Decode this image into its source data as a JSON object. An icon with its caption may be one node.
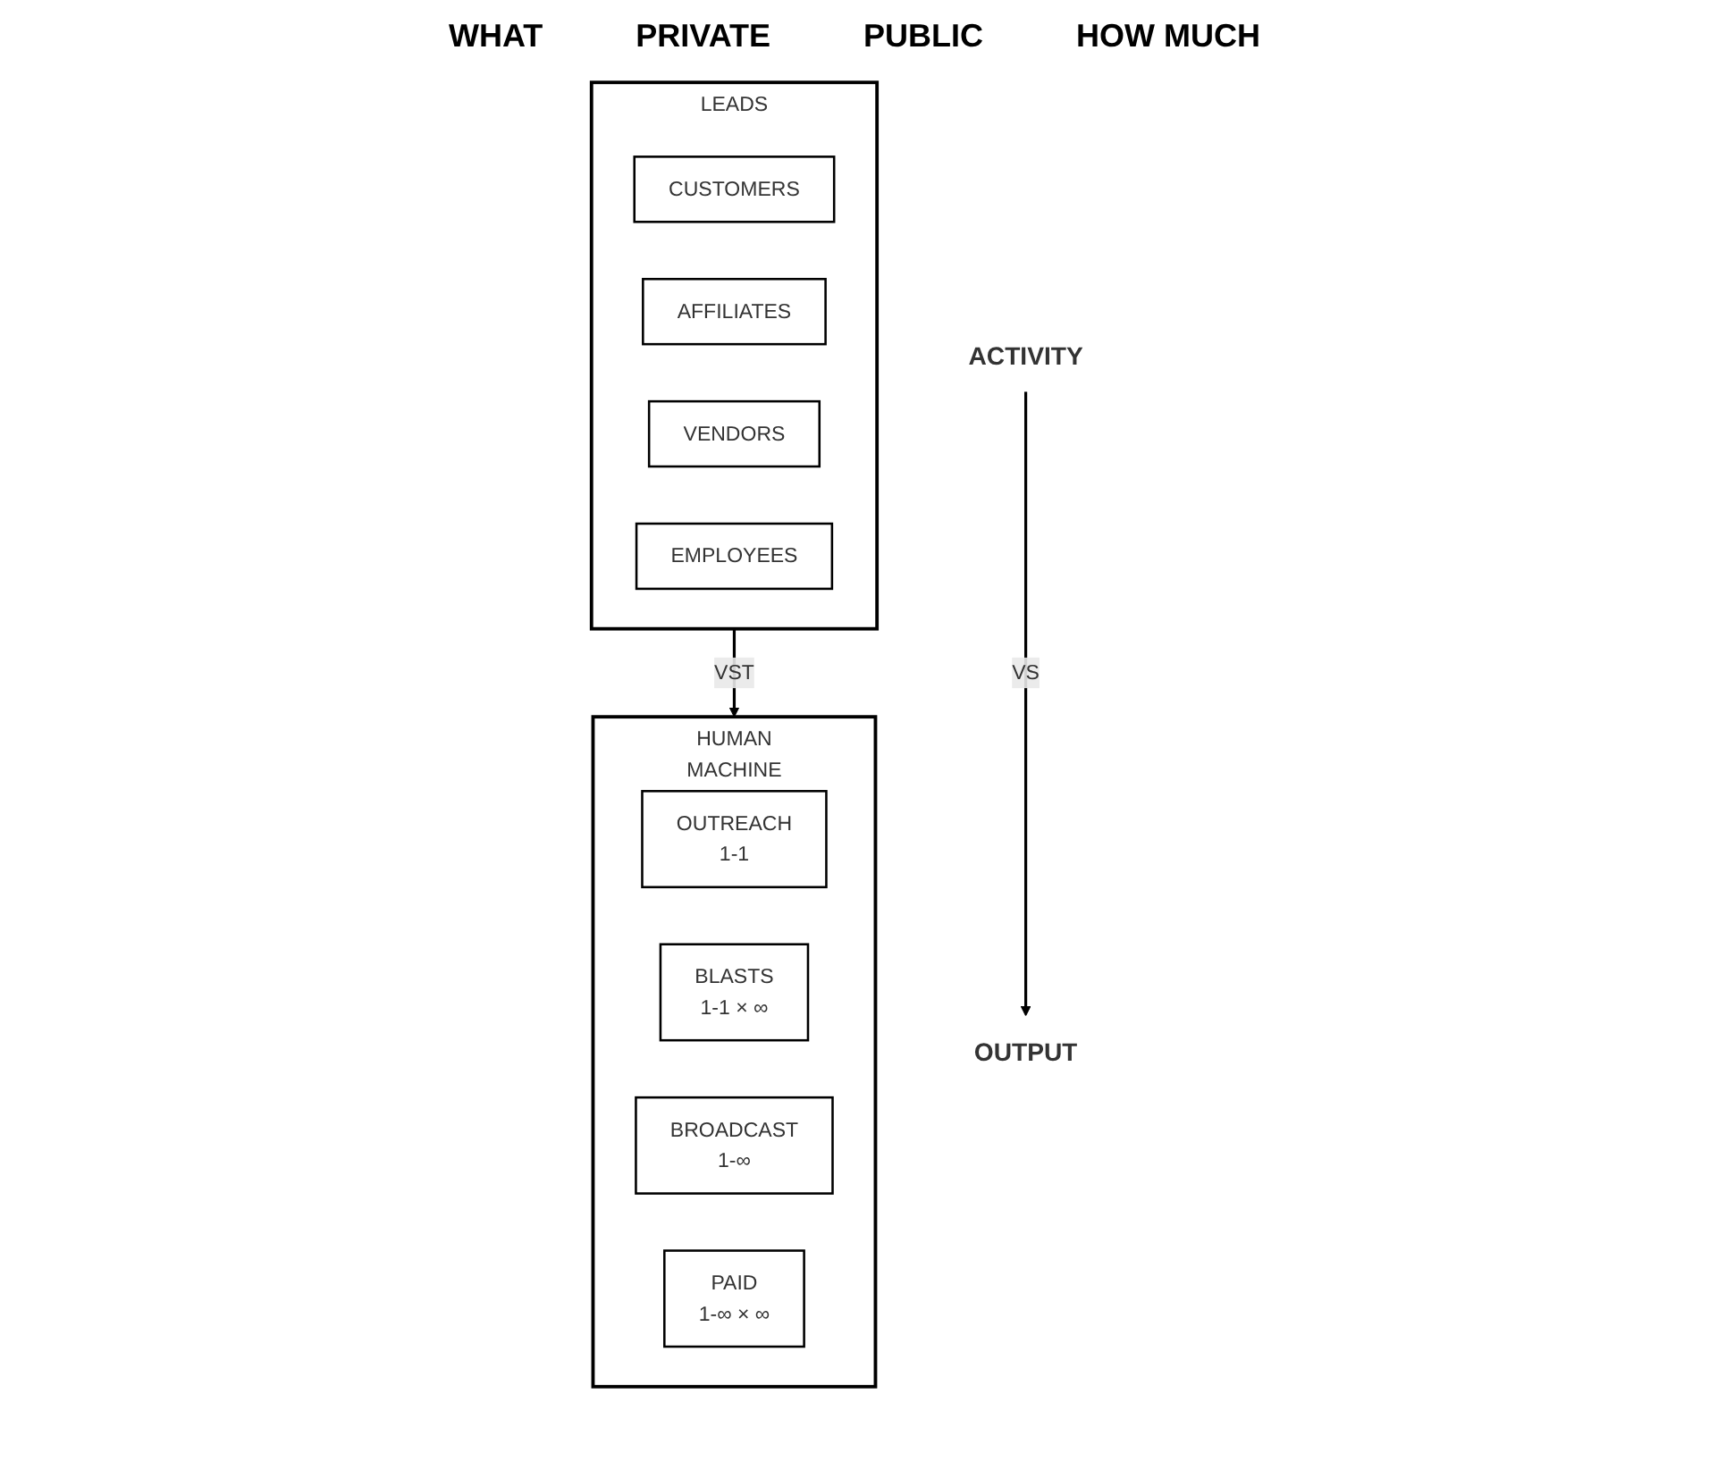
{
  "diagram": {
    "nodes": [
      {
        "text": [
          "ACTIVITY"
        ]
      },
      {
        "text": [
          "OUTPUT"
        ]
      },
      {
        "text": [
          "HUMAN",
          "MACHINE"
        ]
      },
      {
        "text": [
          "OUTREACH",
          "1-1"
        ],
        "in": 2
      },
      {
        "text": [
          "BLASTS",
          "1-1 × ∞"
        ],
        "in": 2
      },
      {
        "text": [
          "BROADCAST",
          "1-∞"
        ],
        "in": 2
      },
      {
        "text": [
          "PAID",
          "1-∞ × ∞"
        ],
        "in": 2
      },
      {
        "text": [
          "LEADS"
        ]
      },
      {
        "text": [
          "CUSTOMERS"
        ],
        "in": 7
      },
      {
        "text": [
          "AFFILIATES"
        ],
        "in": 7
      },
      {
        "text": [
          "VENDORS"
        ],
        "in": 7
      },
      {
        "text": [
          "EMPLOYEES"
        ],
        "in": 7
      }
    ],
    "edges": [
      {
        "from": 0,
        "to": 1,
        "arrow": "to",
        "label": "VS"
      },
      {
        "from": 7,
        "to": 2,
        "arrow": "to",
        "label": "VST"
      }
    ],
    "labels": [
      "WHAT",
      "PRIVATE",
      "PUBLIC",
      "HOW MUCH"
    ]
  }
}
